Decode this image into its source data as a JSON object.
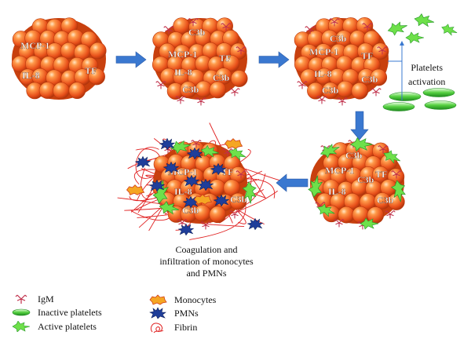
{
  "stages": [
    {
      "labels": [
        "MCP-1",
        "IL-8",
        "TF"
      ]
    },
    {
      "labels": [
        "C3b",
        "MCP-1",
        "TF",
        "IL-8",
        "C3b",
        "C3b"
      ]
    },
    {
      "labels": [
        "C3b",
        "MCP-1",
        "TF",
        "IL-8",
        "C3b",
        "C3b"
      ]
    },
    {
      "labels": [
        "C3b",
        "MCP-1",
        "TF",
        "IL-8",
        "C3b",
        "C3b"
      ]
    },
    {
      "labels": [
        "MCP-1",
        "TF",
        "IL-8",
        "C3b",
        "C3b"
      ]
    }
  ],
  "platelets_label_line1": "Platelets",
  "platelets_label_line2": "activation",
  "caption_line1": "Coagulation and",
  "caption_line2": "infiltration of monocytes",
  "caption_line3": "and PMNs",
  "legend": {
    "igm": "IgM",
    "inactive_platelets": "Inactive platelets",
    "active_platelets": "Active platelets",
    "monocytes": "Monocytes",
    "pmns": "PMNs",
    "fibrin": "Fibrin"
  },
  "colors": {
    "cell_fill": "#e8561a",
    "cell_highlight": "#ffe0b0",
    "arrow": "#3a78d0",
    "igm": "#c0304a",
    "inactive_platelet": "#3fc23f",
    "active_platelet": "#6ee04a",
    "monocyte": "#f5a623",
    "pmn": "#1f3e9a",
    "fibrin": "#e02020"
  }
}
